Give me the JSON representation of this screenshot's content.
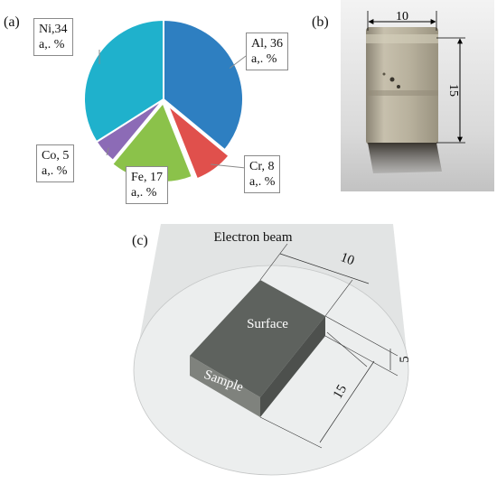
{
  "panels": {
    "a": "(a)",
    "b": "(b)",
    "c": "(c)"
  },
  "chart_data": {
    "type": "pie",
    "categories": [
      "Al",
      "Cr",
      "Fe",
      "Co",
      "Ni"
    ],
    "values": [
      36,
      8,
      17,
      5,
      34
    ],
    "colors": [
      "#2e7fc1",
      "#e0504c",
      "#8bc24a",
      "#8c6bb6",
      "#1fb1cc"
    ],
    "labels": [
      {
        "key": "al",
        "line1": "Al, 36",
        "line2": "a,. %"
      },
      {
        "key": "cr",
        "line1": "Cr, 8",
        "line2": "a,. %"
      },
      {
        "key": "fe",
        "line1": "Fe, 17",
        "line2": "a,. %"
      },
      {
        "key": "co",
        "line1": "Co, 5",
        "line2": "a,. %"
      },
      {
        "key": "ni",
        "line1": "Ni,34",
        "line2": "a,. %"
      }
    ]
  },
  "photo": {
    "width_dim": "10",
    "height_dim": "15"
  },
  "diagram": {
    "beam_label": "Electron beam",
    "surface_label": "Surface",
    "sample_label": "Sample",
    "dim_length": "10",
    "dim_thickness": "5",
    "dim_width": "15"
  }
}
